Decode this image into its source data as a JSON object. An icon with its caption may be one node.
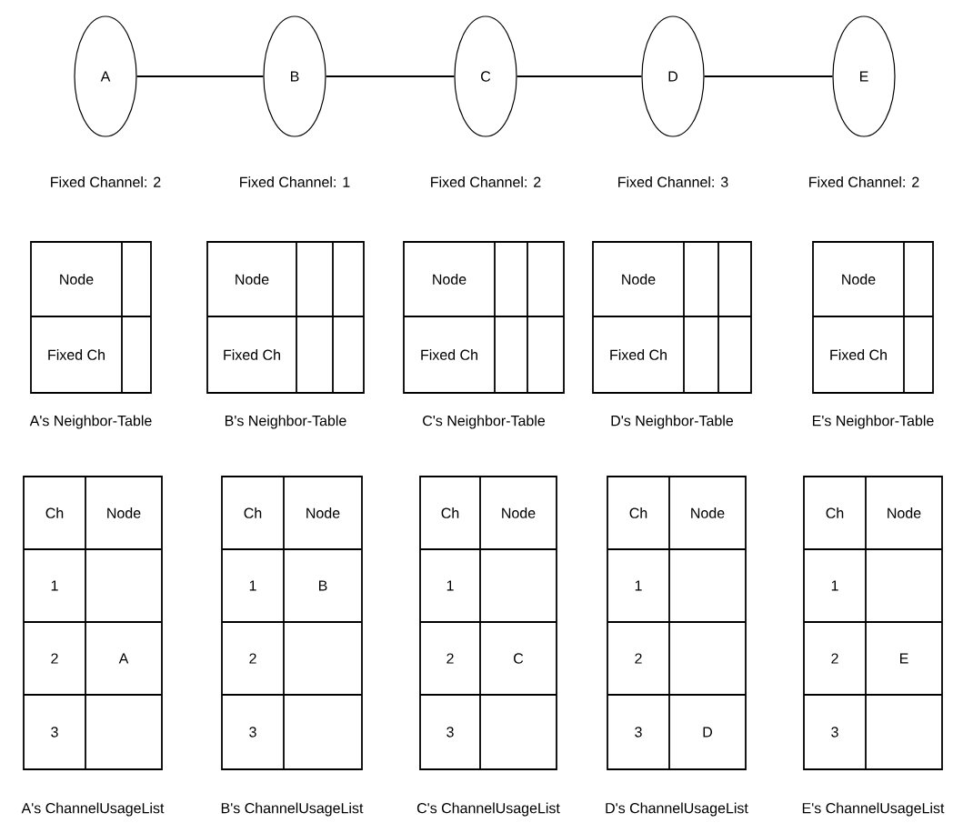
{
  "diagram": {
    "nodes": [
      {
        "text": [
          "A"
        ],
        "beside": [
          "Fixed Channel: 2"
        ]
      },
      {
        "text": [
          "B"
        ],
        "beside": [
          "Fixed Channel: 1"
        ]
      },
      {
        "text": [
          "C"
        ],
        "beside": [
          "Fixed Channel: 2"
        ]
      },
      {
        "text": [
          "D"
        ],
        "beside": [
          "Fixed Channel: 3"
        ]
      },
      {
        "text": [
          "E"
        ],
        "beside": [
          "Fixed Channel: 2"
        ]
      },
      {
        "text": [
          "Node",
          "Fixed Ch"
        ],
        "beside": [
          "A's Neighbor-Table"
        ]
      },
      {
        "text": [
          "Node",
          "Fixed Ch"
        ],
        "beside": [
          "B's Neighbor-Table"
        ]
      },
      {
        "text": [
          "Node",
          "Fixed Ch"
        ],
        "beside": [
          "C's Neighbor-Table"
        ]
      },
      {
        "text": [
          "Node",
          "Fixed Ch"
        ],
        "beside": [
          "D's Neighbor-Table"
        ]
      },
      {
        "text": [
          "Node",
          "Fixed Ch"
        ],
        "beside": [
          "E's Neighbor-Table"
        ]
      },
      {
        "text": [
          "Ch",
          "Node",
          "1",
          "2",
          "A",
          "3"
        ],
        "beside": [
          "A's ChannelUsageList"
        ]
      },
      {
        "text": [
          "Ch",
          "Node",
          "1",
          "B",
          "2",
          "3"
        ],
        "beside": [
          "B's ChannelUsageList"
        ]
      },
      {
        "text": [
          "Ch",
          "Node",
          "1",
          "2",
          "C",
          "3"
        ],
        "beside": [
          "C's ChannelUsageList"
        ]
      },
      {
        "text": [
          "Ch",
          "Node",
          "1",
          "2",
          "3",
          "D"
        ],
        "beside": [
          "D's ChannelUsageList"
        ]
      },
      {
        "text": [
          "Ch",
          "Node",
          "1",
          "2",
          "E",
          "3"
        ],
        "beside": [
          "E's ChannelUsageList"
        ]
      }
    ],
    "edges": [
      {
        "from": 0,
        "to": 1,
        "arrow": "none"
      },
      {
        "from": 1,
        "to": 2,
        "arrow": "none"
      },
      {
        "from": 2,
        "to": 3,
        "arrow": "none"
      },
      {
        "from": 3,
        "to": 4,
        "arrow": "none"
      }
    ]
  }
}
